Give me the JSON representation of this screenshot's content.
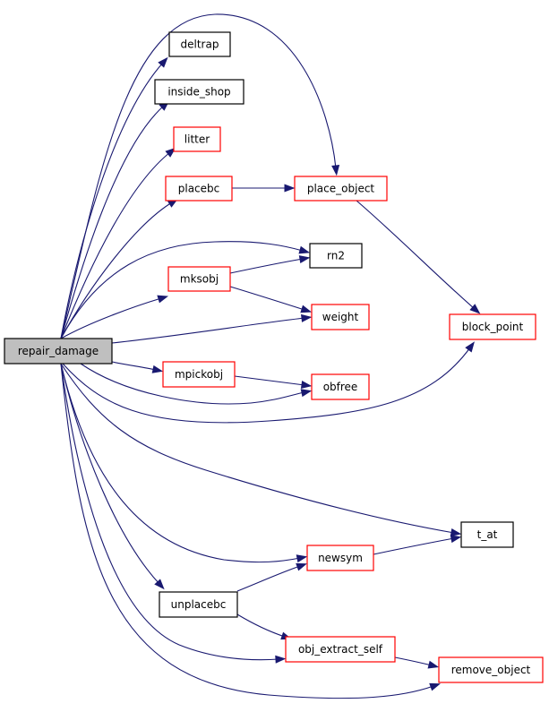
{
  "graph": {
    "nodes": [
      {
        "id": "repair_damage",
        "label": "repair_damage",
        "border": "#000000",
        "fill": "#bfbfbf"
      },
      {
        "id": "deltrap",
        "label": "deltrap",
        "border": "#000000",
        "fill": "#ffffff"
      },
      {
        "id": "inside_shop",
        "label": "inside_shop",
        "border": "#000000",
        "fill": "#ffffff"
      },
      {
        "id": "litter",
        "label": "litter",
        "border": "#ff0000",
        "fill": "#ffffff"
      },
      {
        "id": "placebc",
        "label": "placebc",
        "border": "#ff0000",
        "fill": "#ffffff"
      },
      {
        "id": "place_object",
        "label": "place_object",
        "border": "#ff0000",
        "fill": "#ffffff"
      },
      {
        "id": "rn2",
        "label": "rn2",
        "border": "#000000",
        "fill": "#ffffff"
      },
      {
        "id": "mksobj",
        "label": "mksobj",
        "border": "#ff0000",
        "fill": "#ffffff"
      },
      {
        "id": "weight",
        "label": "weight",
        "border": "#ff0000",
        "fill": "#ffffff"
      },
      {
        "id": "block_point",
        "label": "block_point",
        "border": "#ff0000",
        "fill": "#ffffff"
      },
      {
        "id": "mpickobj",
        "label": "mpickobj",
        "border": "#ff0000",
        "fill": "#ffffff"
      },
      {
        "id": "obfree",
        "label": "obfree",
        "border": "#ff0000",
        "fill": "#ffffff"
      },
      {
        "id": "t_at",
        "label": "t_at",
        "border": "#000000",
        "fill": "#ffffff"
      },
      {
        "id": "newsym",
        "label": "newsym",
        "border": "#ff0000",
        "fill": "#ffffff"
      },
      {
        "id": "unplacebc",
        "label": "unplacebc",
        "border": "#000000",
        "fill": "#ffffff"
      },
      {
        "id": "obj_extract_self",
        "label": "obj_extract_self",
        "border": "#ff0000",
        "fill": "#ffffff"
      },
      {
        "id": "remove_object",
        "label": "remove_object",
        "border": "#ff0000",
        "fill": "#ffffff"
      }
    ],
    "edges": [
      {
        "from": "repair_damage",
        "to": "deltrap"
      },
      {
        "from": "repair_damage",
        "to": "inside_shop"
      },
      {
        "from": "repair_damage",
        "to": "litter"
      },
      {
        "from": "repair_damage",
        "to": "placebc"
      },
      {
        "from": "repair_damage",
        "to": "place_object"
      },
      {
        "from": "repair_damage",
        "to": "rn2"
      },
      {
        "from": "repair_damage",
        "to": "mksobj"
      },
      {
        "from": "repair_damage",
        "to": "weight"
      },
      {
        "from": "repair_damage",
        "to": "block_point"
      },
      {
        "from": "repair_damage",
        "to": "mpickobj"
      },
      {
        "from": "repair_damage",
        "to": "obfree"
      },
      {
        "from": "repair_damage",
        "to": "t_at"
      },
      {
        "from": "repair_damage",
        "to": "newsym"
      },
      {
        "from": "repair_damage",
        "to": "unplacebc"
      },
      {
        "from": "repair_damage",
        "to": "obj_extract_self"
      },
      {
        "from": "repair_damage",
        "to": "remove_object"
      },
      {
        "from": "placebc",
        "to": "place_object"
      },
      {
        "from": "place_object",
        "to": "block_point"
      },
      {
        "from": "mksobj",
        "to": "rn2"
      },
      {
        "from": "mksobj",
        "to": "weight"
      },
      {
        "from": "mpickobj",
        "to": "obfree"
      },
      {
        "from": "newsym",
        "to": "t_at"
      },
      {
        "from": "unplacebc",
        "to": "newsym"
      },
      {
        "from": "unplacebc",
        "to": "obj_extract_self"
      },
      {
        "from": "obj_extract_self",
        "to": "remove_object"
      }
    ]
  },
  "colors": {
    "edge": "#191970",
    "highlight_fill": "#bfbfbf",
    "undocumented_border": "#ff0000",
    "documented_border": "#000000"
  }
}
